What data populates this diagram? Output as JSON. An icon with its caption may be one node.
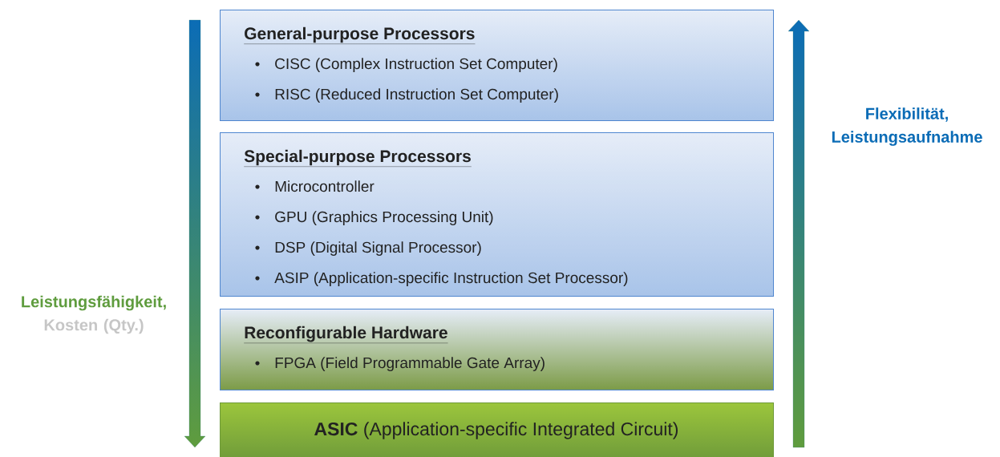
{
  "diagram": {
    "nodes": [
      {
        "text": [
          "General-purpose Processors",
          "CISC (Complex Instruction Set Computer)",
          "RISC (Reduced Instruction Set Computer)"
        ]
      },
      {
        "text": [
          "Special-purpose Processors",
          "Microcontroller",
          "GPU (Graphics Processing Unit)",
          "DSP (Digital Signal Processor)",
          "ASIP (Application-specific Instruction Set Processor)"
        ]
      },
      {
        "text": [
          "Reconfigurable Hardware",
          "FPGA (Field Programmable Gate Array)"
        ]
      },
      {
        "text": [
          "**ASIC** (Application-specific Integrated Circuit)"
        ]
      }
    ],
    "edges": [],
    "labels": [
      "Leistungsfähigkeit,",
      "Kosten (Qty.)",
      "Flexibilität, Leistungsaufnahme"
    ]
  }
}
